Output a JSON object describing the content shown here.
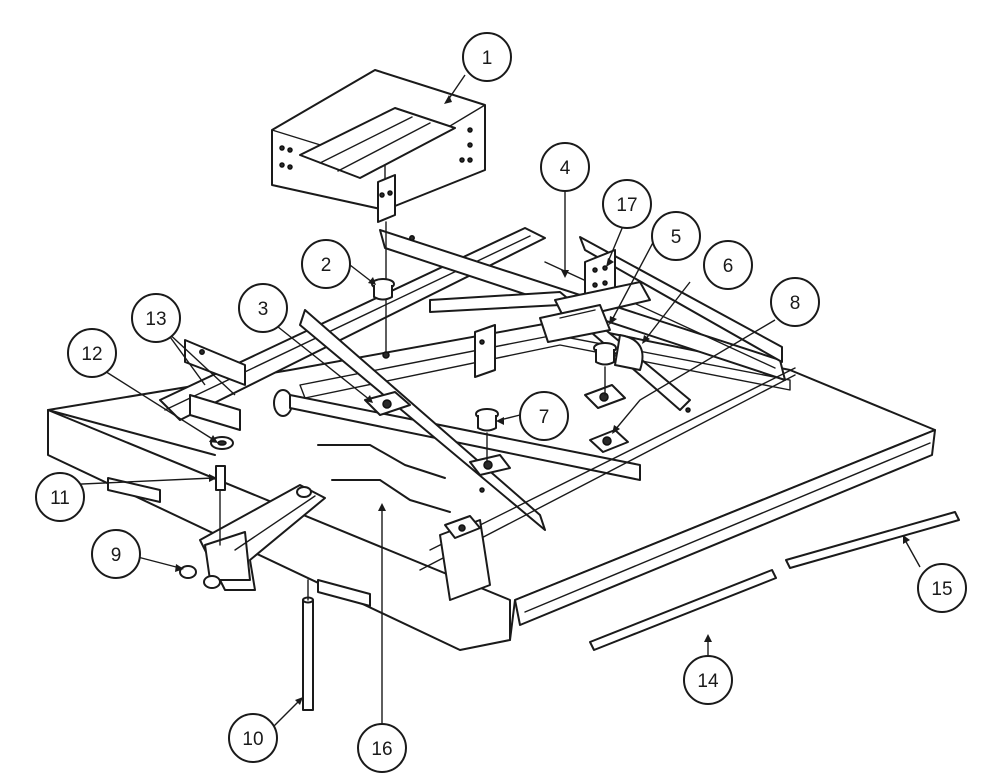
{
  "diagram": {
    "callouts": [
      {
        "label": "1"
      },
      {
        "label": "2"
      },
      {
        "label": "3"
      },
      {
        "label": "4"
      },
      {
        "label": "5"
      },
      {
        "label": "6"
      },
      {
        "label": "7"
      },
      {
        "label": "8"
      },
      {
        "label": "9"
      },
      {
        "label": "10"
      },
      {
        "label": "11"
      },
      {
        "label": "12"
      },
      {
        "label": "13"
      },
      {
        "label": "14"
      },
      {
        "label": "15"
      },
      {
        "label": "16"
      },
      {
        "label": "17"
      }
    ]
  }
}
